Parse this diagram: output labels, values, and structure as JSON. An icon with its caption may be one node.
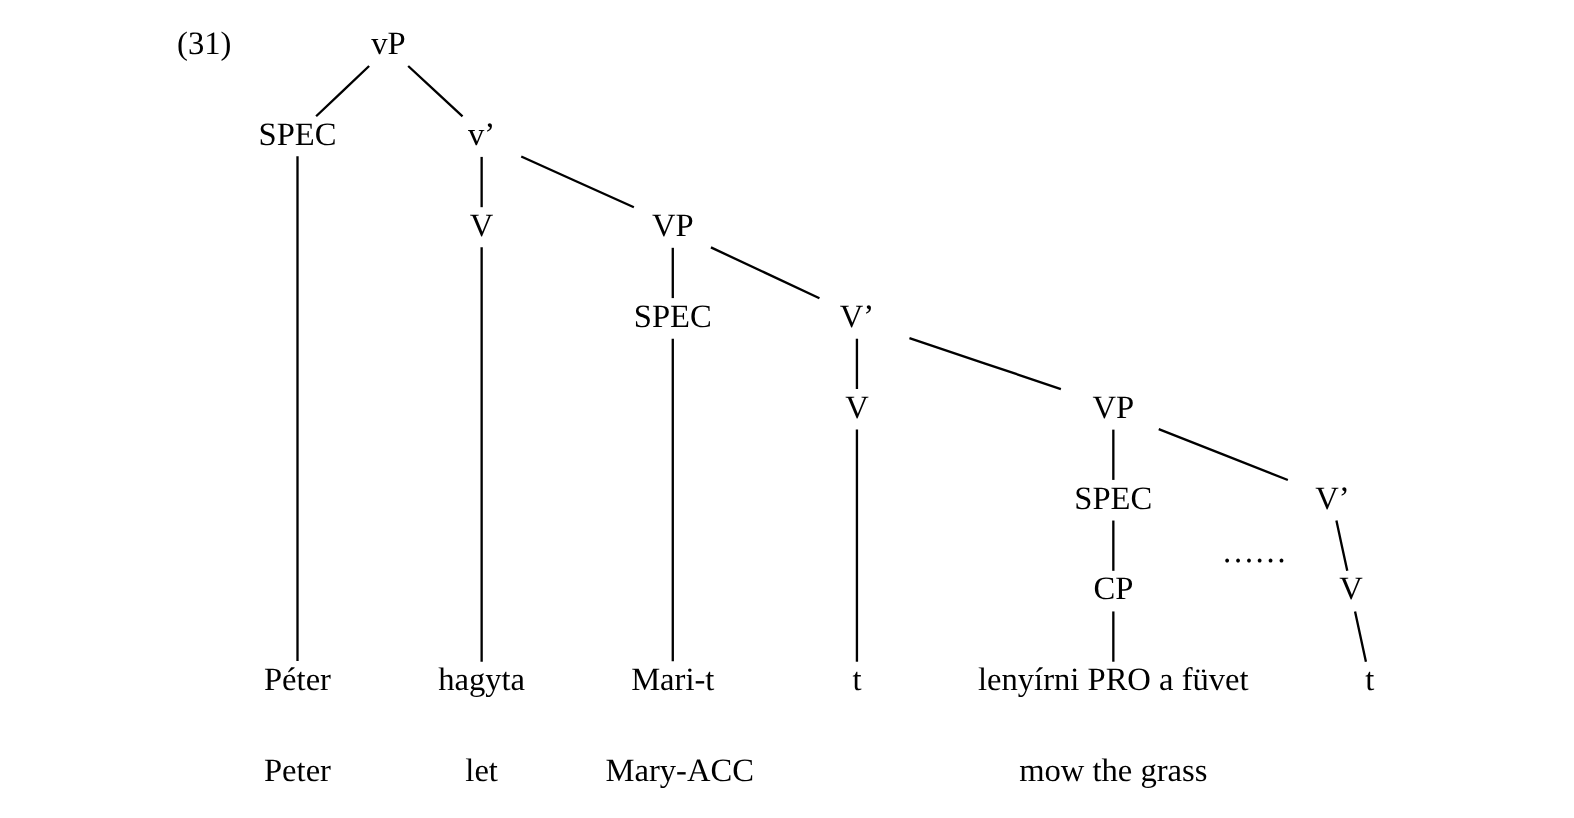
{
  "diagram": {
    "nodes": [
      {
        "text": [
          "vP"
        ]
      },
      {
        "text": [
          "SPEC"
        ]
      },
      {
        "text": [
          "v’"
        ]
      },
      {
        "text": [
          "V"
        ]
      },
      {
        "text": [
          "VP"
        ]
      },
      {
        "text": [
          "SPEC"
        ]
      },
      {
        "text": [
          "V’"
        ]
      },
      {
        "text": [
          "V"
        ]
      },
      {
        "text": [
          "VP"
        ]
      },
      {
        "text": [
          "SPEC"
        ]
      },
      {
        "text": [
          "V’"
        ]
      },
      {
        "text": [
          "CP"
        ]
      },
      {
        "text": [
          "V"
        ],
        "beside": [
          "……"
        ]
      },
      {
        "text": [
          "Péter"
        ]
      },
      {
        "text": [
          "hagyta"
        ]
      },
      {
        "text": [
          "Mari-t"
        ]
      },
      {
        "text": [
          "t"
        ]
      },
      {
        "text": [
          "lenyírni PRO a füvet"
        ]
      },
      {
        "text": [
          "t"
        ]
      }
    ],
    "edges": [
      {
        "from": 0,
        "to": 1,
        "arrow": "none"
      },
      {
        "from": 0,
        "to": 2,
        "arrow": "none"
      },
      {
        "from": 2,
        "to": 3,
        "arrow": "none"
      },
      {
        "from": 2,
        "to": 4,
        "arrow": "none"
      },
      {
        "from": 4,
        "to": 5,
        "arrow": "none"
      },
      {
        "from": 4,
        "to": 6,
        "arrow": "none"
      },
      {
        "from": 6,
        "to": 7,
        "arrow": "none"
      },
      {
        "from": 6,
        "to": 8,
        "arrow": "none"
      },
      {
        "from": 8,
        "to": 9,
        "arrow": "none"
      },
      {
        "from": 8,
        "to": 10,
        "arrow": "none"
      },
      {
        "from": 9,
        "to": 11,
        "arrow": "none"
      },
      {
        "from": 10,
        "to": 12,
        "arrow": "none"
      },
      {
        "from": 1,
        "to": 13,
        "arrow": "none"
      },
      {
        "from": 3,
        "to": 14,
        "arrow": "none"
      },
      {
        "from": 5,
        "to": 15,
        "arrow": "none"
      },
      {
        "from": 7,
        "to": 16,
        "arrow": "none"
      },
      {
        "from": 11,
        "to": 17,
        "arrow": "none"
      },
      {
        "from": 12,
        "to": 18,
        "arrow": "none"
      }
    ],
    "labels": [
      "(31)",
      "Peter",
      "let",
      "Mary-ACC",
      "mow the grass"
    ]
  }
}
